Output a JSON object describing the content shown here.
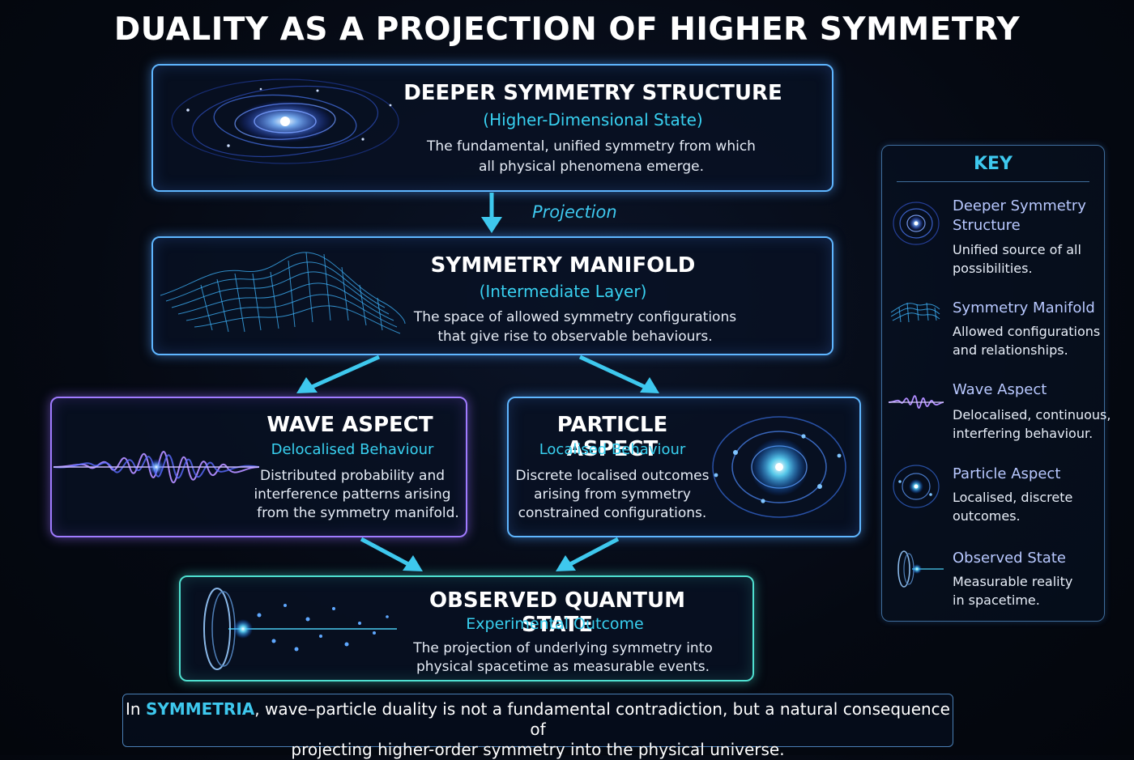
{
  "title": "DUALITY AS A PROJECTION OF HIGHER SYMMETRY",
  "projection_label": "Projection",
  "deeper": {
    "heading": "DEEPER SYMMETRY STRUCTURE",
    "sub": "(Higher-Dimensional State)",
    "line1": "The fundamental, unified symmetry from which",
    "line2": "all physical phenomena emerge."
  },
  "manifold": {
    "heading": "SYMMETRY MANIFOLD",
    "sub": "(Intermediate Layer)",
    "line1": "The space of allowed symmetry configurations",
    "line2": "that give rise to observable behaviours."
  },
  "wave": {
    "heading": "WAVE ASPECT",
    "sub": "Delocalised Behaviour",
    "line1": "Distributed probability and",
    "line2": "interference patterns arising",
    "line3": "from the symmetry manifold."
  },
  "particle": {
    "heading": "PARTICLE ASPECT",
    "sub": "Localised Behaviour",
    "line1": "Discrete localised outcomes",
    "line2": "arising from symmetry",
    "line3": "constrained configurations."
  },
  "observed": {
    "heading": "OBSERVED QUANTUM STATE",
    "sub": "Experimental Outcome",
    "line1": "The projection of underlying symmetry into",
    "line2": "physical spacetime as measurable events."
  },
  "key": {
    "title": "KEY",
    "items": [
      {
        "icon": "spiral-galaxy-icon",
        "name1": "Deeper Symmetry",
        "name2": "Structure",
        "desc1": "Unified source of all",
        "desc2": "possibilities."
      },
      {
        "icon": "mesh-surface-icon",
        "name1": "Symmetry Manifold",
        "desc1": "Allowed configurations",
        "desc2": "and relationships."
      },
      {
        "icon": "wave-packet-icon",
        "name1": "Wave Aspect",
        "desc1": "Delocalised, continuous,",
        "desc2": "interfering behaviour."
      },
      {
        "icon": "particle-orbit-icon",
        "name1": "Particle Aspect",
        "desc1": "Localised, discrete",
        "desc2": "outcomes."
      },
      {
        "icon": "detector-lens-icon",
        "name1": "Observed State",
        "desc1": "Measurable reality",
        "desc2": "in spacetime."
      }
    ]
  },
  "note": {
    "before": "In ",
    "brand": "SYMMETRIA",
    "after1": ", wave–particle duality is not a fundamental contradiction, but a natural consequence of",
    "line2": "projecting higher-order symmetry into the physical universe."
  },
  "colors": {
    "accent_cyan": "#3ec8ee",
    "border_blue": "#5fb6ff",
    "border_purple": "#a07bff",
    "border_teal": "#4fe0d0",
    "background": "#050912"
  }
}
